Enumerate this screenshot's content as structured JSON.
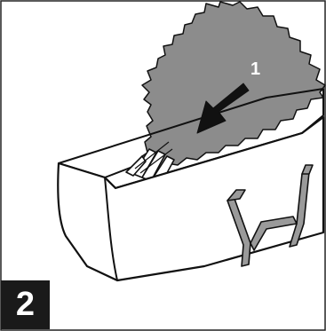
{
  "illustration": {
    "step_number": "2",
    "callout_label": "1",
    "colors": {
      "background": "#ffffff",
      "frame_border": "#222222",
      "foliage": "#8c8c8c",
      "outline": "#111111",
      "arrow": "#111111",
      "step_badge": "#1a1a1a",
      "step_text": "#ffffff",
      "bag_fill": "#ffffff",
      "strap_fill": "#9a9a9a"
    },
    "icons": [
      "artificial-tree",
      "storage-bag",
      "insert-arrow"
    ]
  }
}
